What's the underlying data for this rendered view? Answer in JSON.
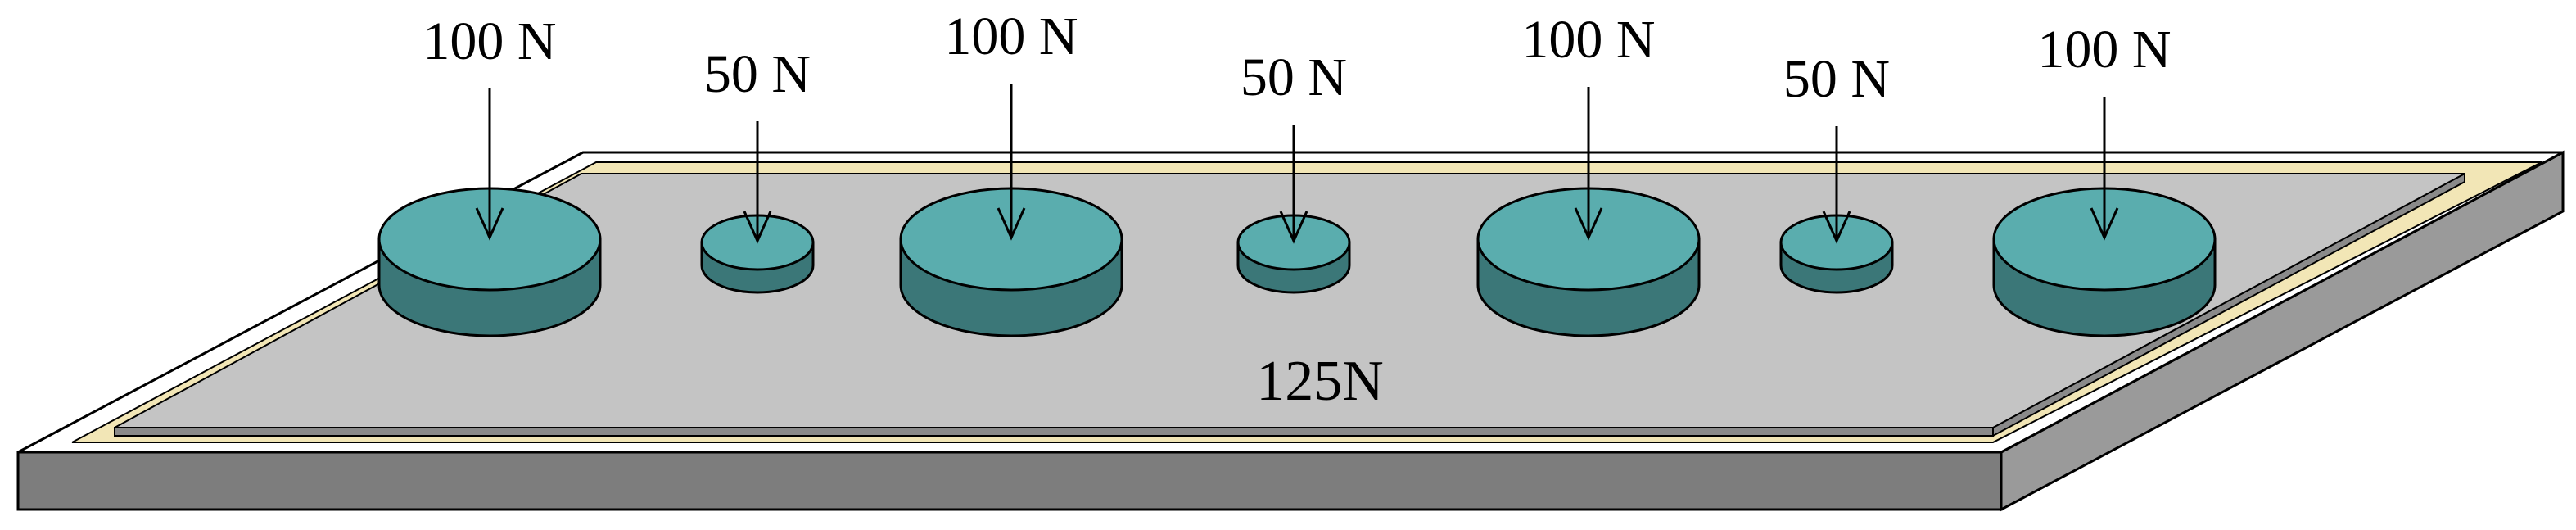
{
  "loads": [
    {
      "label": "100 N",
      "size": "large"
    },
    {
      "label": "50 N",
      "size": "small"
    },
    {
      "label": "100 N",
      "size": "large"
    },
    {
      "label": "50 N",
      "size": "small"
    },
    {
      "label": "100 N",
      "size": "large"
    },
    {
      "label": "50 N",
      "size": "small"
    },
    {
      "label": "100 N",
      "size": "large"
    }
  ],
  "plate": {
    "label": "125N"
  },
  "colors": {
    "disc_top": "#5aadae",
    "disc_side": "#3b7778",
    "plate_top": "#c4c4c4",
    "plate_edge": "#8a8a8a",
    "border_fill": "#f2e6b6",
    "base_side": "#7d7d7d",
    "base_end": "#9a9a9a",
    "outline": "#000000"
  }
}
